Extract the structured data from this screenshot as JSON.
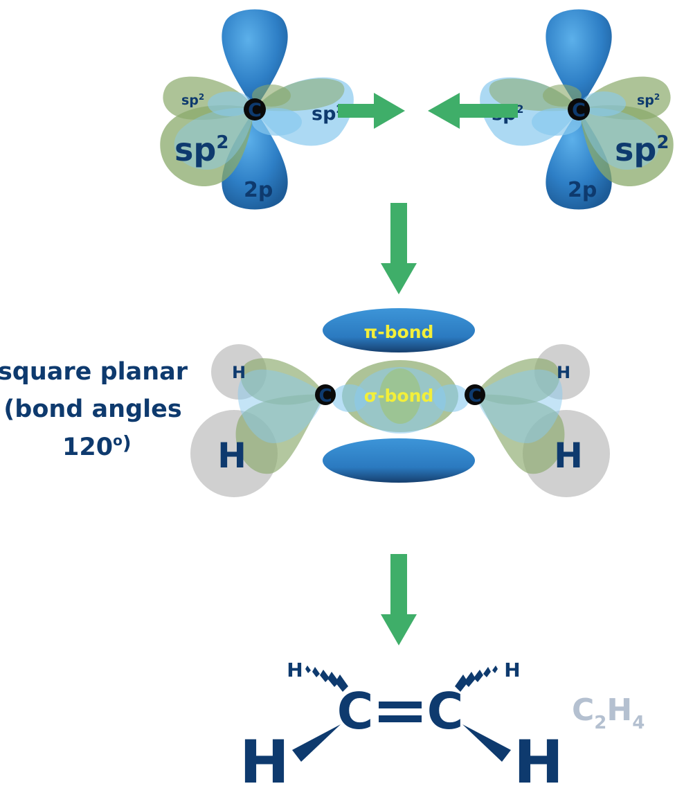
{
  "labels": {
    "left_carbon": {
      "sp2_small": "sp",
      "sp2_small_sup": "2",
      "sp2_right": "sp",
      "sp2_right_sup": "2",
      "sp2_large": "sp",
      "sp2_large_sup": "2",
      "p_orbital": "2p",
      "atom": "C"
    },
    "right_carbon": {
      "sp2_small": "sp",
      "sp2_small_sup": "2",
      "sp2_left": "sp",
      "sp2_left_sup": "2",
      "sp2_large": "sp",
      "sp2_large_sup": "2",
      "p_orbital": "2p",
      "atom": "C"
    },
    "pi_bond": "π-bond",
    "sigma_bond": "σ-bond",
    "geometry_line1": "square planar",
    "geometry_line2": "(bond angles",
    "geometry_line3": "120",
    "geometry_sup": "o",
    "geometry_close": ")",
    "hydrogen": "H"
  },
  "structure": {
    "carbon": "C",
    "hydrogen": "H",
    "formula_c": "C",
    "formula_c_sub": "2",
    "formula_h": "H",
    "formula_h_sub": "4"
  },
  "colors": {
    "p_orbital": "#2e7fc6",
    "sp2_green": "#8aa96b",
    "sp2_blue": "#89c9ee",
    "arrow": "#3fae69",
    "navy": "#0e3a6e",
    "yellow": "#f3ef3a",
    "hydrogen_sphere": "#c8c8c8",
    "formula": "#b4c0d0"
  }
}
